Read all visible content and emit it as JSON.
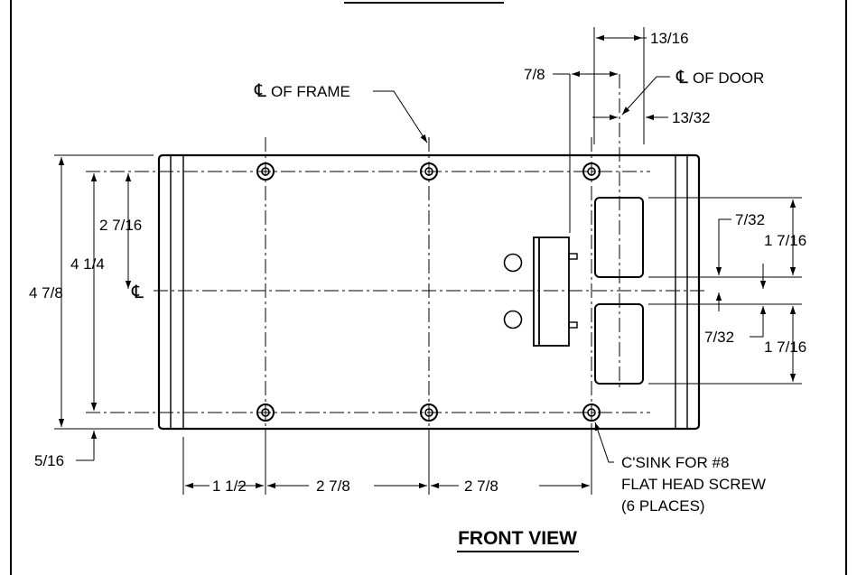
{
  "view_title": "FRONT VIEW",
  "centerline_symbol": "℄",
  "callouts": {
    "cl_frame": "OF FRAME",
    "cl_door": "OF DOOR",
    "csink_line1": "C'SINK FOR #8",
    "csink_line2": "FLAT HEAD SCREW",
    "csink_line3": "(6 PLACES)"
  },
  "dimensions": {
    "top_13_16": "13/16",
    "top_7_8": "7/8",
    "top_13_32": "13/32",
    "left_2_7_16": "2 7/16",
    "left_4_1_4": "4 1/4",
    "left_4_7_8": "4 7/8",
    "left_5_16": "5/16",
    "right_7_32_upper": "7/32",
    "right_1_7_16_upper": "1 7/16",
    "right_7_32_lower": "7/32",
    "right_1_7_16_lower": "1 7/16",
    "bottom_1_1_2": "1 1/2",
    "bottom_2_7_8_a": "2 7/8",
    "bottom_2_7_8_b": "2 7/8"
  }
}
